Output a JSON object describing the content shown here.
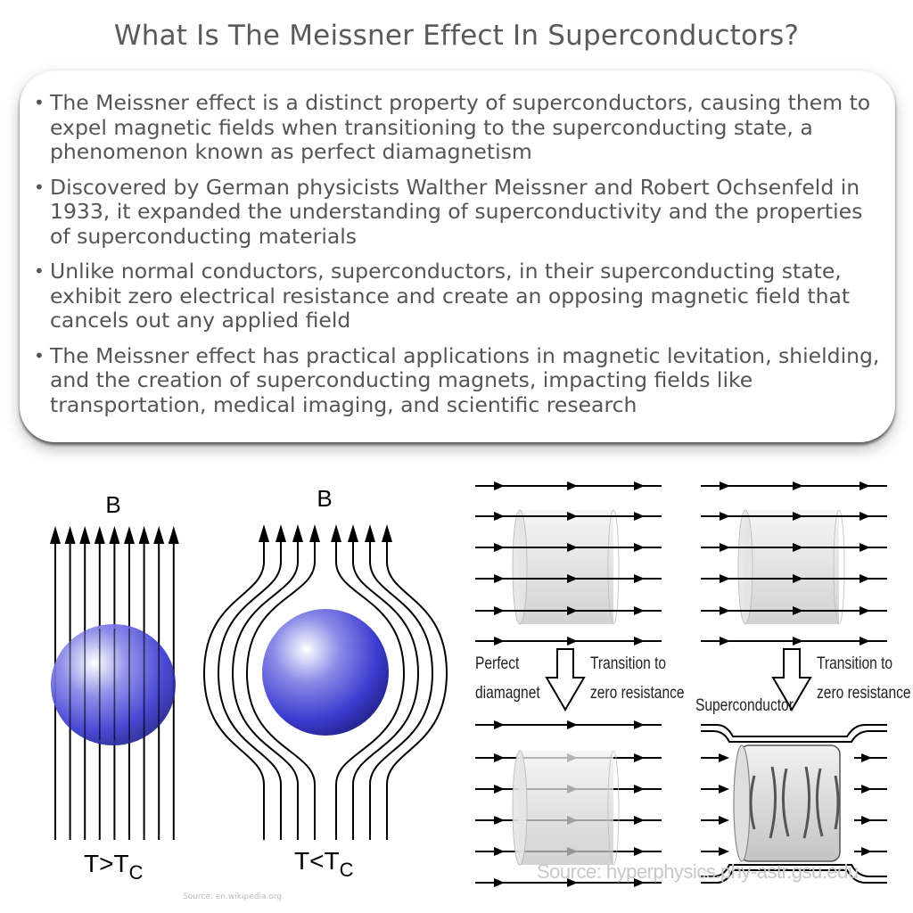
{
  "title": "What Is The Meissner Effect In Superconductors?",
  "bullets": [
    "The Meissner effect is a distinct property of superconductors, causing them to expel magnetic fields when transitioning to the superconducting state, a phenomenon known as perfect diamagnetism",
    "Discovered by German physicists Walther Meissner and Robert Ochsenfeld in 1933, it expanded the understanding of superconductivity and the properties of superconducting materials",
    "Unlike normal conductors, superconductors, in their superconducting state, exhibit zero electrical resistance and create an opposing magnetic field that cancels out any applied field",
    "The Meissner effect has practical applications in magnetic levitation, shielding, and the creation of superconducting magnets, impacting fields like transportation, medical imaging, and scientific research"
  ],
  "left_diagram": {
    "field_label_1": "B",
    "field_label_2": "B",
    "state_1": "T>T",
    "state_2": "T<T",
    "subscript": "C",
    "sphere_color": "#3030c8",
    "source": "Source: en.wikipedia.org"
  },
  "right_diagram": {
    "label_perfect_1": "Perfect",
    "label_perfect_2": "diamagnet",
    "label_transition_1": "Transition to",
    "label_transition_2": "zero resistance",
    "label_superconductor": "Superconductor",
    "label_transition_3": "Transition to",
    "label_transition_4": "zero resistance",
    "source": "Source: hyperphysics.phy-astr.gsu.edu"
  },
  "icons": {
    "bullet": "•",
    "arrow": "down-arrow-icon"
  }
}
